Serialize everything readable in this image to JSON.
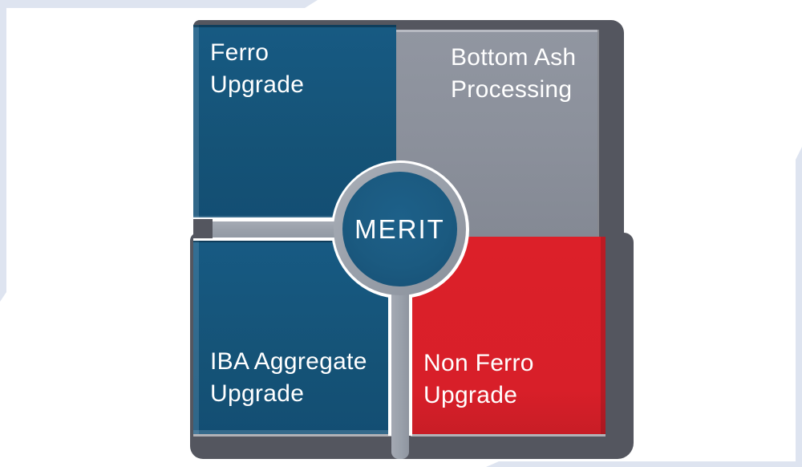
{
  "diagram": {
    "title_hint": "MERIT quadrant diagram",
    "center": {
      "label": "MERIT",
      "color": "#1b5a80",
      "ring_color": "#99a0aa"
    },
    "quadrants": [
      {
        "position": "top-left",
        "line1": "Ferro",
        "line2": "Upgrade",
        "color": "#155377"
      },
      {
        "position": "top-right",
        "line1": "Bottom Ash",
        "line2": "Processing",
        "color": "#8b909b"
      },
      {
        "position": "bottom-left",
        "line1": "IBA Aggregate",
        "line2": "Upgrade",
        "color": "#155377"
      },
      {
        "position": "bottom-right",
        "line1": "Non Ferro",
        "line2": "Upgrade",
        "color": "#d81f29"
      }
    ],
    "colors": {
      "back_panel": "#54565f",
      "connector_gray": "#99a0aa",
      "frame_accent": "#dee4f0",
      "text": "#ffffff",
      "background": "#ffffff"
    }
  }
}
